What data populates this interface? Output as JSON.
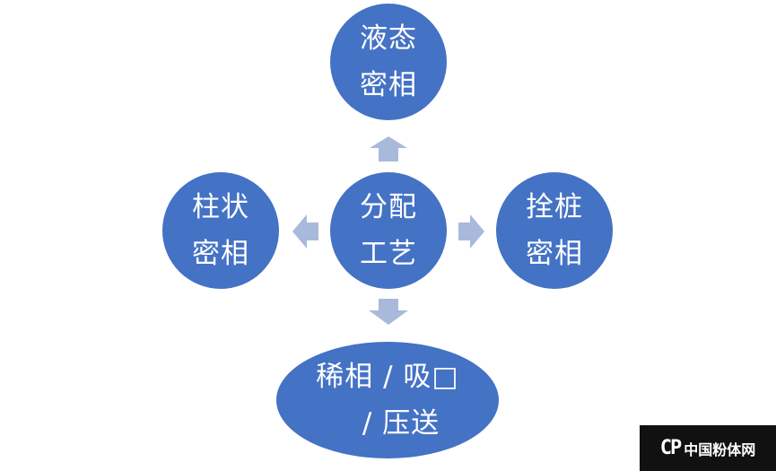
{
  "diagram": {
    "center": {
      "line1": "分配",
      "line2": "工艺"
    },
    "top": {
      "line1": "液态",
      "line2": "密相"
    },
    "left": {
      "line1": "柱状",
      "line2": "密相"
    },
    "right": {
      "line1": "拴桩",
      "line2": "密相"
    },
    "bottom": {
      "line1": "稀相 / 吸□",
      "line2": "/ 压送"
    }
  },
  "watermark": {
    "text": "中国粉体网",
    "mark": "CP"
  },
  "colors": {
    "node_fill": "#4472c4",
    "arrow_fill": "#a9b9dc",
    "text": "#ffffff"
  }
}
